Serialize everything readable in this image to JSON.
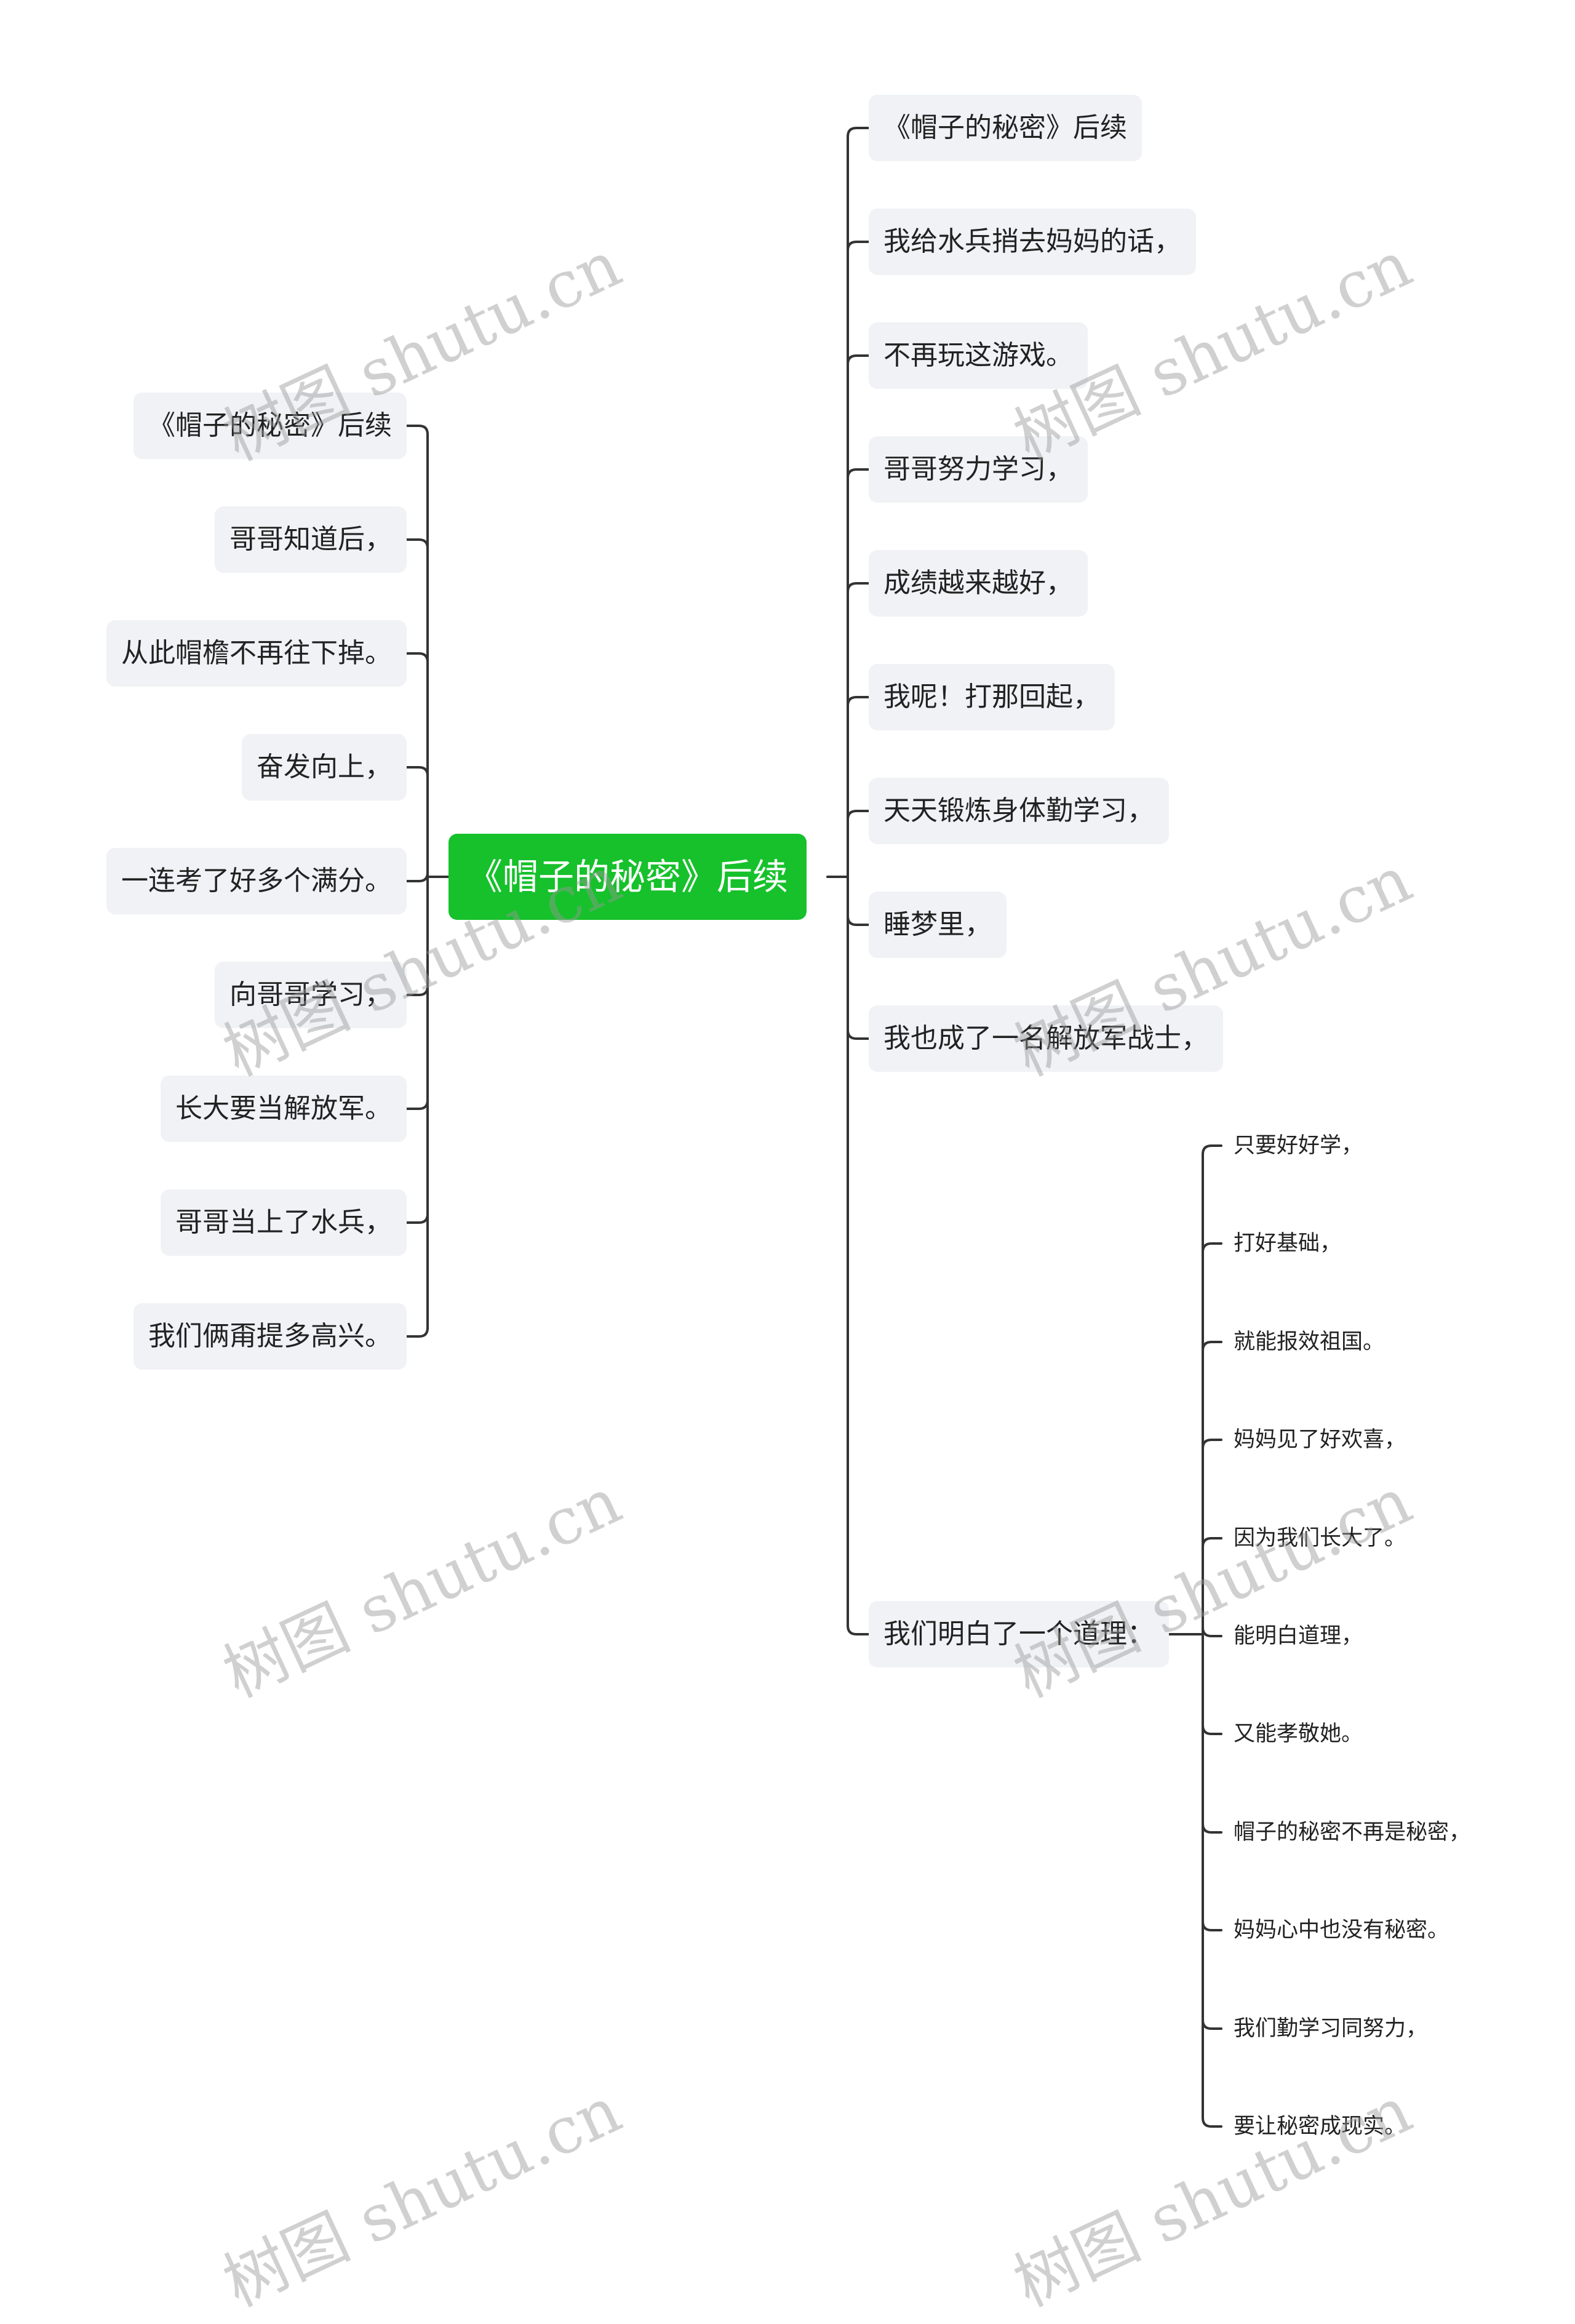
{
  "center": {
    "label": "《帽子的秘密》后续"
  },
  "left_nodes": [
    "《帽子的秘密》后续",
    "哥哥知道后，",
    "从此帽檐不再往下掉。",
    "奋发向上，",
    "一连考了好多个满分。",
    "向哥哥学习，",
    "长大要当解放军。",
    "哥哥当上了水兵，",
    "我们俩甭提多高兴。"
  ],
  "right_nodes": [
    "《帽子的秘密》后续",
    "我给水兵捎去妈妈的话，",
    "不再玩这游戏。",
    "哥哥努力学习，",
    "成绩越来越好，",
    "我呢！打那回起，",
    "天天锻炼身体勤学习，",
    "睡梦里，",
    "我也成了一名解放军战士，",
    "我们明白了一个道理："
  ],
  "sub_nodes": [
    "只要好好学，",
    "打好基础，",
    "就能报效祖国。",
    "妈妈见了好欢喜，",
    "因为我们长大了。",
    "能明白道理，",
    "又能孝敬她。",
    "帽子的秘密不再是秘密，",
    "妈妈心中也没有秘密。",
    "我们勤学习同努力，",
    "要让秘密成现实。"
  ],
  "watermark": "树图 shutu.cn",
  "colors": {
    "center_bg": "#16c12b",
    "node_bg": "#f0f2f5",
    "line": "#333333"
  }
}
